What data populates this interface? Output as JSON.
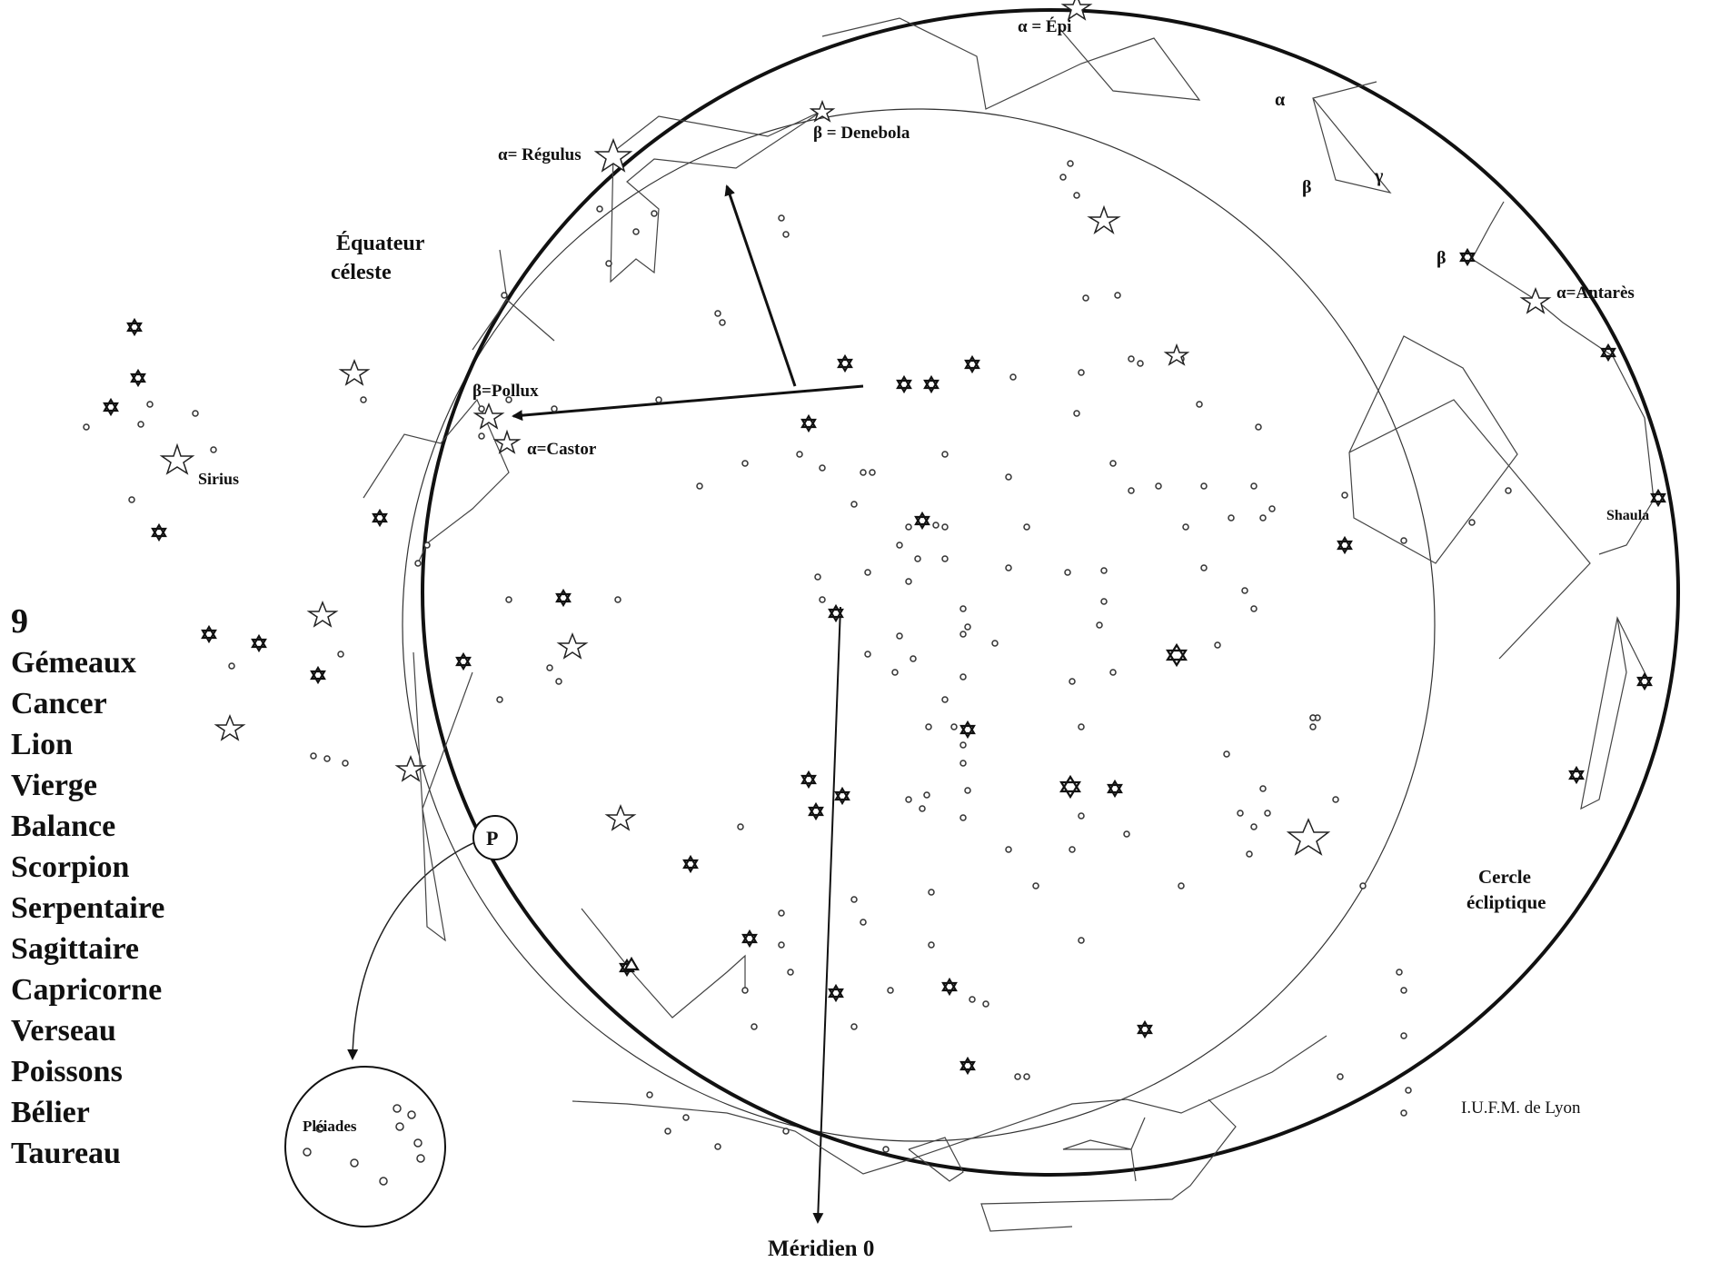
{
  "labels": {
    "epi": "α = Épi",
    "regulus": "α= Régulus",
    "denebola": "β = Denebola",
    "equator_line1": "Équateur",
    "equator_line2": "céleste",
    "pollux": "β=Pollux",
    "castor": "α=Castor",
    "sirius": "Sirius",
    "alpha": "α",
    "beta": "β",
    "gamma": "γ",
    "beta2": "β",
    "antares": "α=Antarès",
    "shaula": "Shaula",
    "ecliptic_line1": "Cercle",
    "ecliptic_line2": "écliptique",
    "pole": "P",
    "pleiades": "Pléiades",
    "meridian": "Méridien 0",
    "credit": "I.U.F.M. de Lyon"
  },
  "zodiac": {
    "number": "9",
    "signs": [
      "Gémeaux",
      "Cancer",
      "Lion",
      "Vierge",
      "Balance",
      "Scorpion",
      "Serpentaire",
      "Sagittaire",
      "Capricorne",
      "Verseau",
      "Poissons",
      "Bélier",
      "Taureau"
    ]
  },
  "colors": {
    "ink": "#111111",
    "paper": "#ffffff"
  }
}
